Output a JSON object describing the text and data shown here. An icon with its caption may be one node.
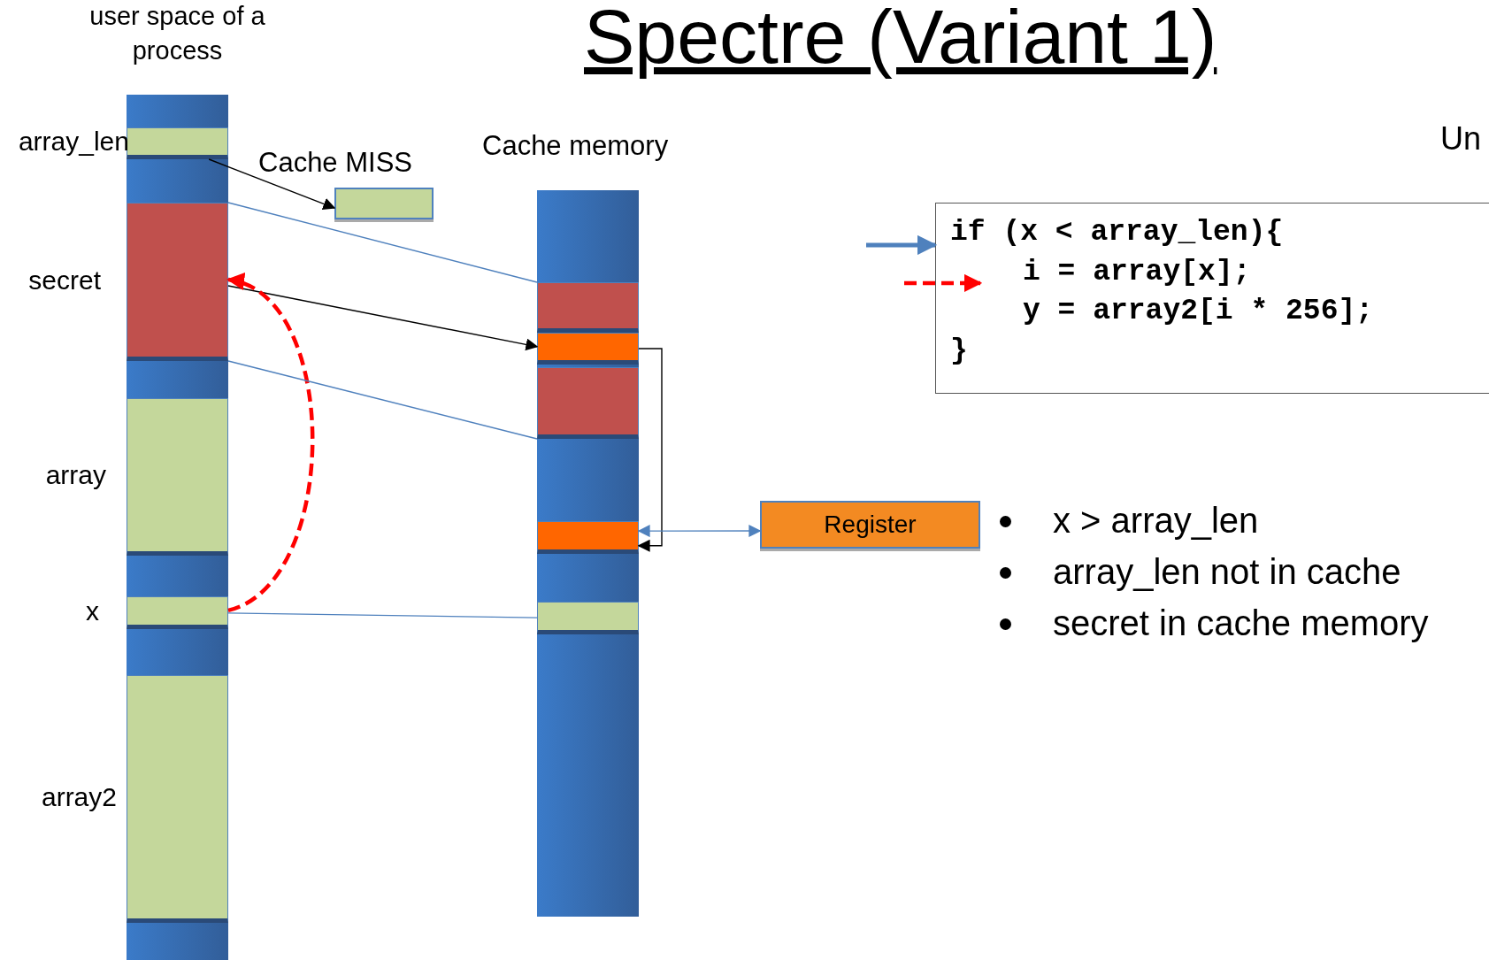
{
  "diagram": {
    "title": "Spectre (Variant 1)",
    "nodes": [
      {
        "text": [
          "user space of a process"
        ]
      },
      {
        "text": [
          "array_len"
        ],
        "in": 0
      },
      {
        "text": [
          "secret"
        ],
        "in": 0
      },
      {
        "text": [
          "array"
        ],
        "in": 0
      },
      {
        "text": [
          "x"
        ],
        "in": 0
      },
      {
        "text": [
          "array2"
        ],
        "in": 0
      },
      {
        "text": [
          "Cache MISS"
        ]
      },
      {
        "text": [
          "Cache memory"
        ]
      },
      {
        "text": [],
        "shape": "box",
        "in": 7
      },
      {
        "text": [],
        "shape": "box",
        "in": 7
      },
      {
        "text": [],
        "shape": "box",
        "in": 7
      },
      {
        "text": [],
        "shape": "box",
        "in": 7
      },
      {
        "text": [],
        "shape": "box",
        "in": 7
      },
      {
        "text": [
          "Register"
        ]
      },
      {
        "text": [
          "if (x < array_len){",
          "i = array[x];",
          "y = array2[i * 256];",
          "}"
        ]
      }
    ],
    "edges": [
      {
        "from": 1,
        "to": 6,
        "arrow": "to",
        "color": "#000000"
      },
      {
        "from": 2,
        "to": 9,
        "arrow": "to",
        "color": "#000000"
      },
      {
        "from": 9,
        "to": 11,
        "arrow": "to",
        "color": "#000000"
      },
      {
        "from": 11,
        "to": 13,
        "arrow": "both"
      },
      {
        "from": 4,
        "to": 2,
        "arrow": "to",
        "style": "dashed",
        "color": "#ff0000"
      },
      {
        "from": 2,
        "to": 8,
        "arrow": "none"
      },
      {
        "from": 2,
        "to": 10,
        "arrow": "none"
      },
      {
        "from": 4,
        "to": 12,
        "arrow": "none"
      },
      {
        "from": null,
        "to": 14,
        "arrow": "to",
        "style": "thick"
      },
      {
        "from": null,
        "to": 14,
        "arrow": "to",
        "style": "dashed",
        "color": "#ff0000"
      }
    ],
    "labels": [
      "Un",
      "x > array_len",
      "array_len not in cache",
      "secret in cache memory"
    ]
  }
}
